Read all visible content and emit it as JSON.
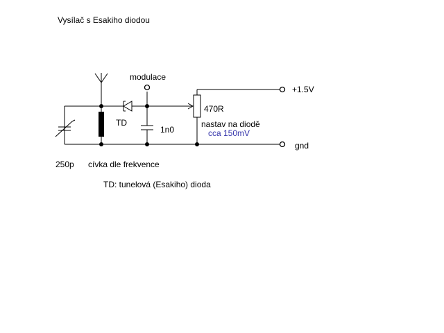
{
  "title": "Vysílač s Esakiho diodou",
  "labels": {
    "modulation": "modulace",
    "supply": "+1.5V",
    "resistor": "470R",
    "adjust": "nastav na diodě",
    "adjust_value": "cca 150mV",
    "diode": "TD",
    "capacitor": "1n0",
    "ground": "gnd",
    "varcap": "250p",
    "coil": "cívka dle frekvence",
    "legend": "TD: tunelová (Esakiho) dioda"
  },
  "colors": {
    "wire": "#000000",
    "annotation": "#3333aa"
  }
}
